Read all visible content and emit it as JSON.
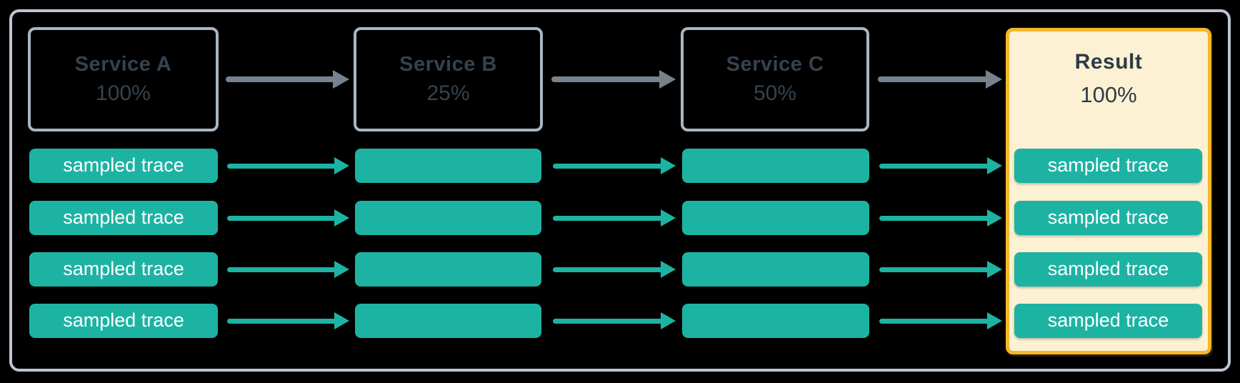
{
  "diagram": {
    "description": "head-based sampling flow across services",
    "services": [
      {
        "name": "Service A",
        "rate": "100%"
      },
      {
        "name": "Service B",
        "rate": "25%"
      },
      {
        "name": "Service C",
        "rate": "50%"
      }
    ],
    "result": {
      "name": "Result",
      "rate": "100%"
    },
    "trace_label": "sampled trace",
    "num_trace_rows": 4,
    "trace_columns": 4
  },
  "colors": {
    "canvas_background": "#000000",
    "frame_border": "#bcc5d0",
    "service_box_border": "#a9b6c3",
    "service_text": "#36424e",
    "trace_bar_fill": "#1db3a3",
    "trace_bar_text": "#ffffff",
    "flow_arrow": "#76838f",
    "trace_arrow": "#1db3a3",
    "result_fill": "#fcf2d3",
    "result_border": "#f4b72a",
    "result_text": "#2e3a47"
  }
}
